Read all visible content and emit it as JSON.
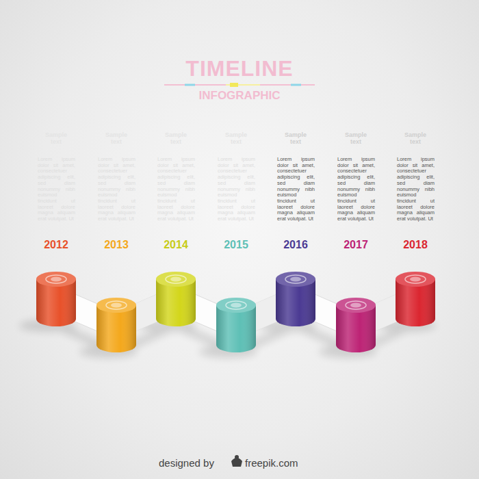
{
  "diagram": {
    "title": "TIMELINE",
    "labels": [
      "INFOGRAPHIC",
      "Sample text",
      "Lorem ipsum dolor sit amet, consectetuer adipiscing elit, sed diam nonummy nibh euismod tincidunt ut laoreet dolore magna aliquam erat volutpat. Ut",
      "Sample text",
      "Lorem ipsum dolor sit amet, consectetuer adipiscing elit, sed diam nonummy nibh euismod tincidunt ut laoreet dolore magna aliquam erat volutpat. Ut",
      "Sample text",
      "Lorem ipsum dolor sit amet, consectetuer adipiscing elit, sed diam nonummy nibh euismod tincidunt ut laoreet dolore magna aliquam erat volutpat. Ut",
      "Sample text",
      "Lorem ipsum dolor sit amet, consectetuer adipiscing elit, sed diam nonummy nibh euismod tincidunt ut laoreet dolore magna aliquam erat volutpat. Ut",
      "Sample text",
      "Lorem ipsum dolor sit amet, consectetuer adipiscing elit, sed diam nonummy nibh euismod tincidunt ut laoreet dolore magna aliquam erat volutpat. Ut",
      "Sample text",
      "Lorem ipsum dolor sit amet, consectetuer adipiscing elit, sed diam nonummy nibh euismod tincidunt ut laoreet dolore magna aliquam erat volutpat. Ut",
      "Sample text",
      "Lorem ipsum dolor sit amet, consectetuer adipiscing elit, sed diam nonummy nibh euismod tincidunt ut laoreet dolore magna aliquam erat volutpat. Ut",
      "2012",
      "2013",
      "2014",
      "2015",
      "2016",
      "2017",
      "2018",
      "designed by",
      "freepik.com"
    ]
  }
}
